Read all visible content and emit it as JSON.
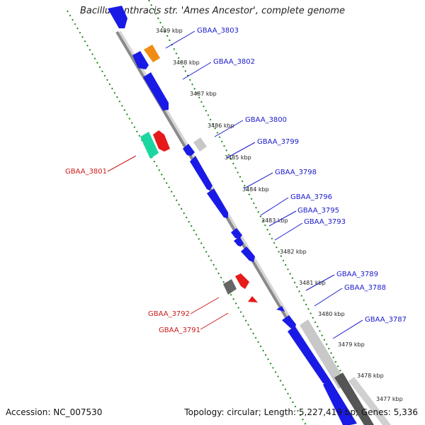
{
  "title": "Bacillus anthracis str. 'Ames Ancestor', complete genome",
  "footer": {
    "accession": "Accession: NC_007530",
    "summary": "Topology: circular; Length: 5,227,419 bp; Genes: 5,336"
  },
  "colors": {
    "forward_cds": "#1a1ae6",
    "reverse_cds": "#e61a1a",
    "label_forward": "#1a1acc",
    "label_reverse": "#cc1a1a",
    "backbone": "#888888",
    "guide_dots": "#1a8a1a"
  },
  "kbp_ticks": [
    "3489 kbp",
    "3488 kbp",
    "3487 kbp",
    "3486 kbp",
    "3485 kbp",
    "3484 kbp",
    "3483 kbp",
    "3482 kbp",
    "3481 kbp",
    "3480 kbp",
    "3479 kbp",
    "3478 kbp",
    "3477 kbp"
  ],
  "gene_labels_forward": [
    "GBAA_3803",
    "GBAA_3802",
    "GBAA_3800",
    "GBAA_3799",
    "GBAA_3798",
    "GBAA_3796",
    "GBAA_3795",
    "GBAA_3793",
    "GBAA_3789",
    "GBAA_3788",
    "GBAA_3787"
  ],
  "gene_labels_reverse": [
    "GBAA_3801",
    "GBAA_3792",
    "GBAA_3791"
  ]
}
